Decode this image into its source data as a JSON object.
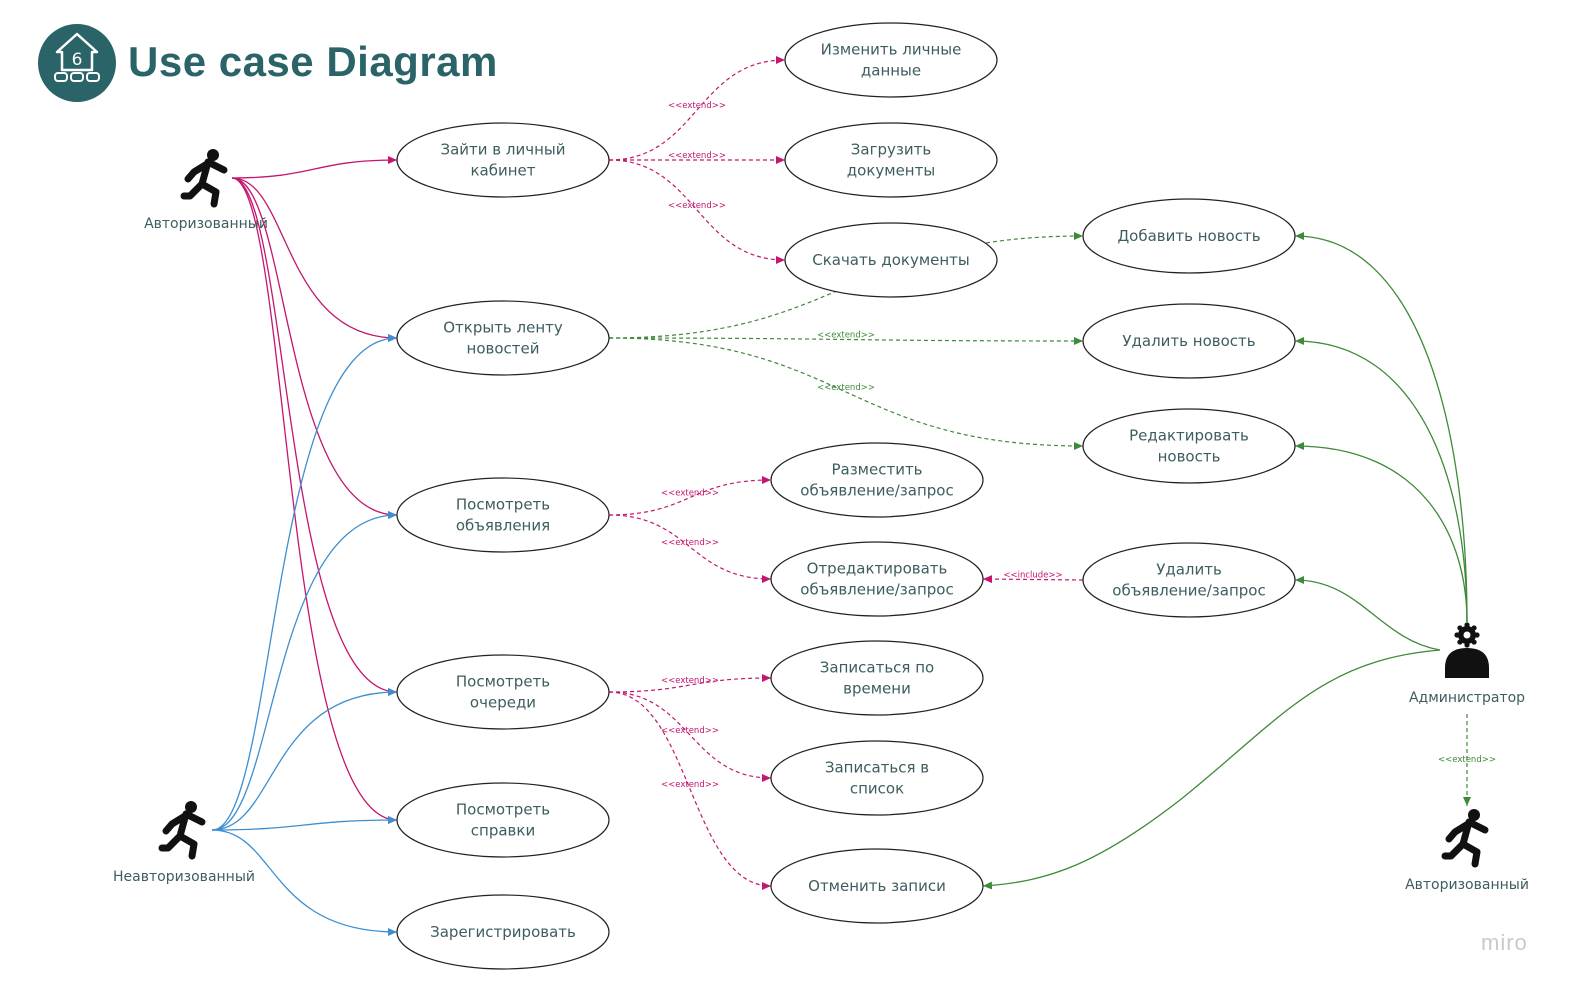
{
  "header": {
    "title": "Use case Diagram",
    "logo_number": "6"
  },
  "watermark": "miro",
  "colors": {
    "title": "#2a6468",
    "logo_bg": "#2a6468",
    "use_case_text": "#3e5d5f",
    "authorized_links": "#c4166e",
    "unauthorized_links": "#3d8fd1",
    "admin_links": "#3f8a3a",
    "actor_label": "#3e5d5f"
  },
  "actors": [
    {
      "id": "auth",
      "label": "Авторизованный",
      "icon": "running-person-icon"
    },
    {
      "id": "unauth",
      "label": "Неавторизованный",
      "icon": "running-person-icon"
    },
    {
      "id": "admin",
      "label": "Администратор",
      "icon": "admin-person-gear-icon"
    },
    {
      "id": "auth2",
      "label": "Авторизованный",
      "icon": "running-person-icon"
    }
  ],
  "use_cases": [
    {
      "id": "login",
      "lines": [
        "Зайти в личный",
        "кабинет"
      ]
    },
    {
      "id": "news",
      "lines": [
        "Открыть ленту",
        "новостей"
      ]
    },
    {
      "id": "ads",
      "lines": [
        "Посмотреть",
        "объявления"
      ]
    },
    {
      "id": "queues",
      "lines": [
        "Посмотреть",
        "очереди"
      ]
    },
    {
      "id": "certs",
      "lines": [
        "Посмотреть",
        "справки"
      ]
    },
    {
      "id": "register",
      "lines": [
        "Зарегистрировать"
      ]
    },
    {
      "id": "edit_personal",
      "lines": [
        "Изменить личные",
        "данные"
      ]
    },
    {
      "id": "upload_docs",
      "lines": [
        "Загрузить",
        "документы"
      ]
    },
    {
      "id": "download_docs",
      "lines": [
        "Скачать документы"
      ]
    },
    {
      "id": "add_news",
      "lines": [
        "Добавить новость"
      ]
    },
    {
      "id": "delete_news",
      "lines": [
        "Удалить новость"
      ]
    },
    {
      "id": "edit_news",
      "lines": [
        "Редактировать",
        "новость"
      ]
    },
    {
      "id": "post_ad",
      "lines": [
        "Разместить",
        "объявление/запрос"
      ]
    },
    {
      "id": "edit_ad",
      "lines": [
        "Отредактировать",
        "объявление/запрос"
      ]
    },
    {
      "id": "delete_ad",
      "lines": [
        "Удалить",
        "объявление/запрос"
      ]
    },
    {
      "id": "book_time",
      "lines": [
        "Записаться по",
        "времени"
      ]
    },
    {
      "id": "book_list",
      "lines": [
        "Записаться в",
        "список"
      ]
    },
    {
      "id": "cancel_booking",
      "lines": [
        "Отменить записи"
      ]
    }
  ],
  "associations": {
    "auth": [
      "login",
      "news",
      "ads",
      "queues",
      "certs"
    ],
    "unauth": [
      "news",
      "ads",
      "queues",
      "certs",
      "register"
    ],
    "admin": [
      "add_news",
      "delete_news",
      "edit_news",
      "delete_ad",
      "cancel_booking"
    ]
  },
  "relations": [
    {
      "from": "login",
      "to": "edit_personal",
      "label": "<<extend>>",
      "group": "auth"
    },
    {
      "from": "login",
      "to": "upload_docs",
      "label": "<<extend>>",
      "group": "auth"
    },
    {
      "from": "login",
      "to": "download_docs",
      "label": "<<extend>>",
      "group": "auth"
    },
    {
      "from": "news",
      "to": "add_news",
      "label": "<<extend>>",
      "group": "admin"
    },
    {
      "from": "news",
      "to": "delete_news",
      "label": "<<extend>>",
      "group": "admin"
    },
    {
      "from": "news",
      "to": "edit_news",
      "label": "<<extend>>",
      "group": "admin"
    },
    {
      "from": "ads",
      "to": "post_ad",
      "label": "<<extend>>",
      "group": "auth"
    },
    {
      "from": "ads",
      "to": "edit_ad",
      "label": "<<extend>>",
      "group": "auth"
    },
    {
      "from": "delete_ad",
      "to": "edit_ad",
      "label": "<<include>>",
      "group": "auth"
    },
    {
      "from": "queues",
      "to": "book_time",
      "label": "<<extend>>",
      "group": "auth"
    },
    {
      "from": "queues",
      "to": "book_list",
      "label": "<<extend>>",
      "group": "auth"
    },
    {
      "from": "queues",
      "to": "cancel_booking",
      "label": "<<extend>>",
      "group": "auth"
    },
    {
      "from": "admin",
      "to": "auth2",
      "label": "<<extend>>",
      "group": "admin"
    }
  ]
}
